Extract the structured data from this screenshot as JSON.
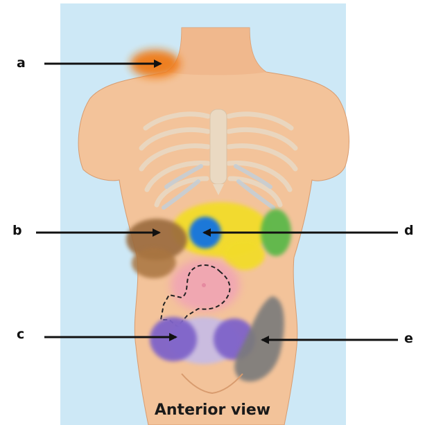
{
  "caption": "Anterior view",
  "labels": {
    "a": "a",
    "b": "b",
    "c": "c",
    "d": "d",
    "e": "e"
  },
  "colors": {
    "background": "#cde8f6",
    "skin": "#f3c39a",
    "skin_shadow": "#e7a97c",
    "region_a": "#f07a12",
    "region_b": "#9a6b3c",
    "region_d_inner": "#1e78d8",
    "region_d_outer": "#f2dc2a",
    "region_green": "#5cb84a",
    "region_pink": "#f0a6b3",
    "region_c": "#7f63c9",
    "region_c_center": "#c8bce3",
    "region_e": "#7a7a7a",
    "arrow": "#111111"
  }
}
